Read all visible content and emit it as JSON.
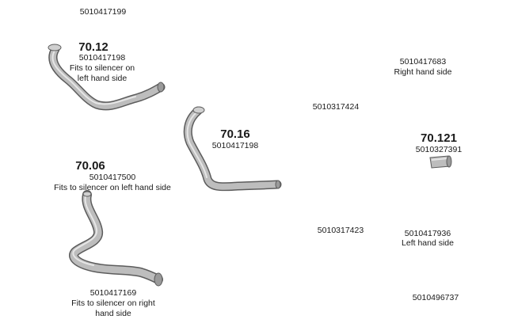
{
  "diagram": {
    "background": "#ffffff",
    "pipe_color": "#bdbdbd",
    "outline_color": "#5c5c5c",
    "parts": [
      {
        "code": "70.12",
        "number": "5010417198",
        "note_line1": "Fits to silencer on",
        "note_line2": "left hand side"
      },
      {
        "code": "70.16",
        "number": "5010417198"
      },
      {
        "code": "70.06",
        "number": "5010417500",
        "note_line1": "Fits to silencer on left hand side"
      },
      {
        "code": "70.121",
        "number": "5010327391"
      }
    ],
    "labels": {
      "top_number": "5010417199",
      "right_top_number": "5010417683",
      "right_top_note": "Right hand side",
      "center_number": "5010317424",
      "lower_center_number": "5010317423",
      "lower_right_number": "5010417936",
      "lower_right_note": "Left hand side",
      "bottom_right_number": "5010496737",
      "bottom_left_number": "5010417169",
      "bottom_left_note1": "Fits to silencer on right",
      "bottom_left_note2": "hand side"
    }
  }
}
